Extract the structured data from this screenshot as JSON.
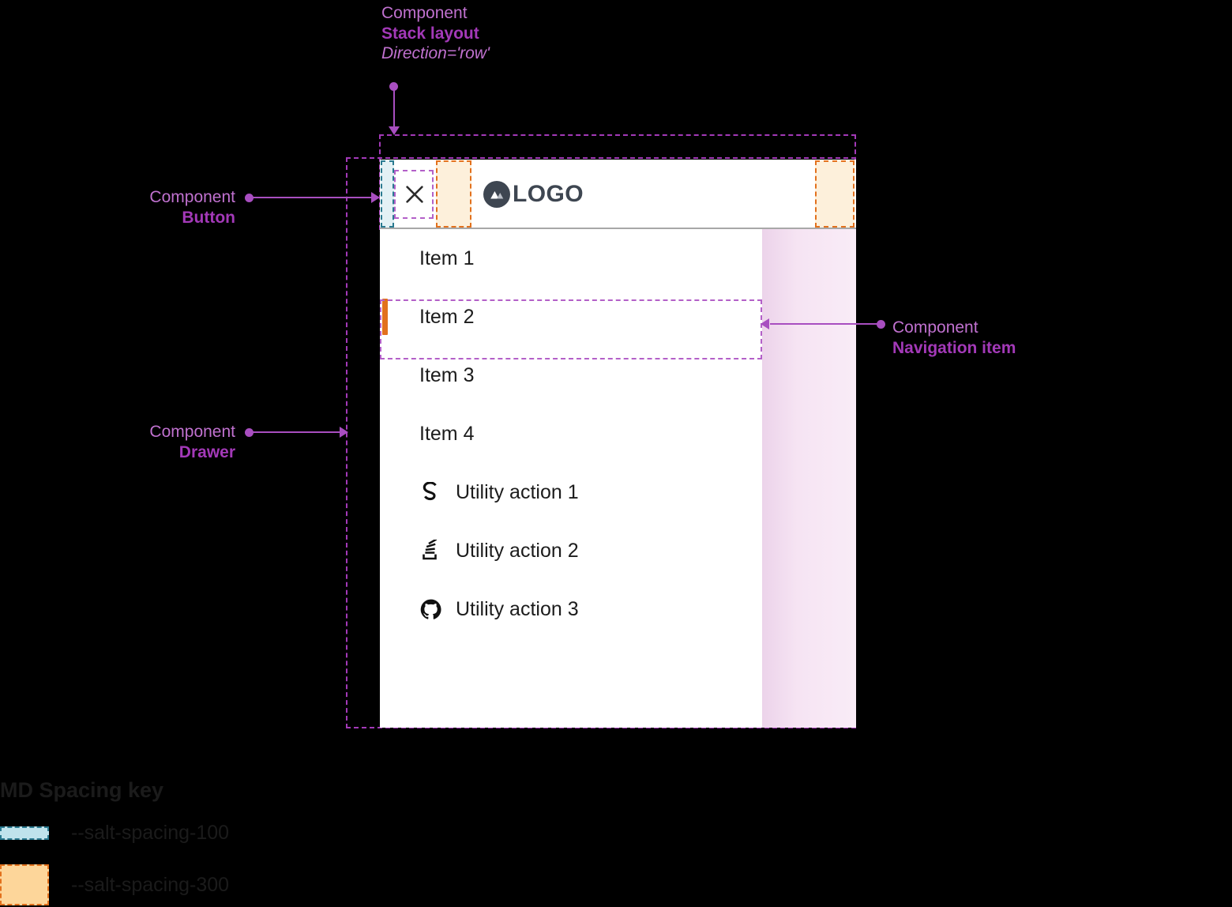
{
  "annotations": {
    "stack_layout": {
      "kind": "Component",
      "name": "Stack layout",
      "prop": "Direction='row'"
    },
    "button": {
      "kind": "Component",
      "name": "Button"
    },
    "drawer": {
      "kind": "Component",
      "name": "Drawer"
    },
    "navigation_item": {
      "kind": "Component",
      "name": "Navigation item"
    }
  },
  "drawer": {
    "header": {
      "close_icon": "close-icon",
      "logo_icon": "mountain-logo-icon",
      "logo_text": "LOGO"
    },
    "nav_items": [
      {
        "label": "Item 1",
        "selected": false
      },
      {
        "label": "Item 2",
        "selected": true
      },
      {
        "label": "Item 3",
        "selected": false
      },
      {
        "label": "Item 4",
        "selected": false
      }
    ],
    "utility_actions": [
      {
        "label": "Utility action 1",
        "icon": "salt-logo-icon"
      },
      {
        "label": "Utility action 2",
        "icon": "stack-overflow-icon"
      },
      {
        "label": "Utility action 3",
        "icon": "github-icon"
      }
    ]
  },
  "spacing_key": {
    "title": "MD Spacing key",
    "rows": [
      {
        "token": "--salt-spacing-100",
        "color": "#bfe3ec",
        "border": "#2a7a90"
      },
      {
        "token": "--salt-spacing-300",
        "color": "#fdd69a",
        "border": "#e2711d"
      }
    ]
  },
  "colors": {
    "accent_purple": "#a339b8",
    "annotation_purple": "#c071cf",
    "selection_orange": "#e2711d",
    "spacing_100_fill": "#e3f1f5",
    "spacing_300_fill": "#fdf0db",
    "logo_slate": "#3e4651",
    "canvas": "#000000"
  }
}
